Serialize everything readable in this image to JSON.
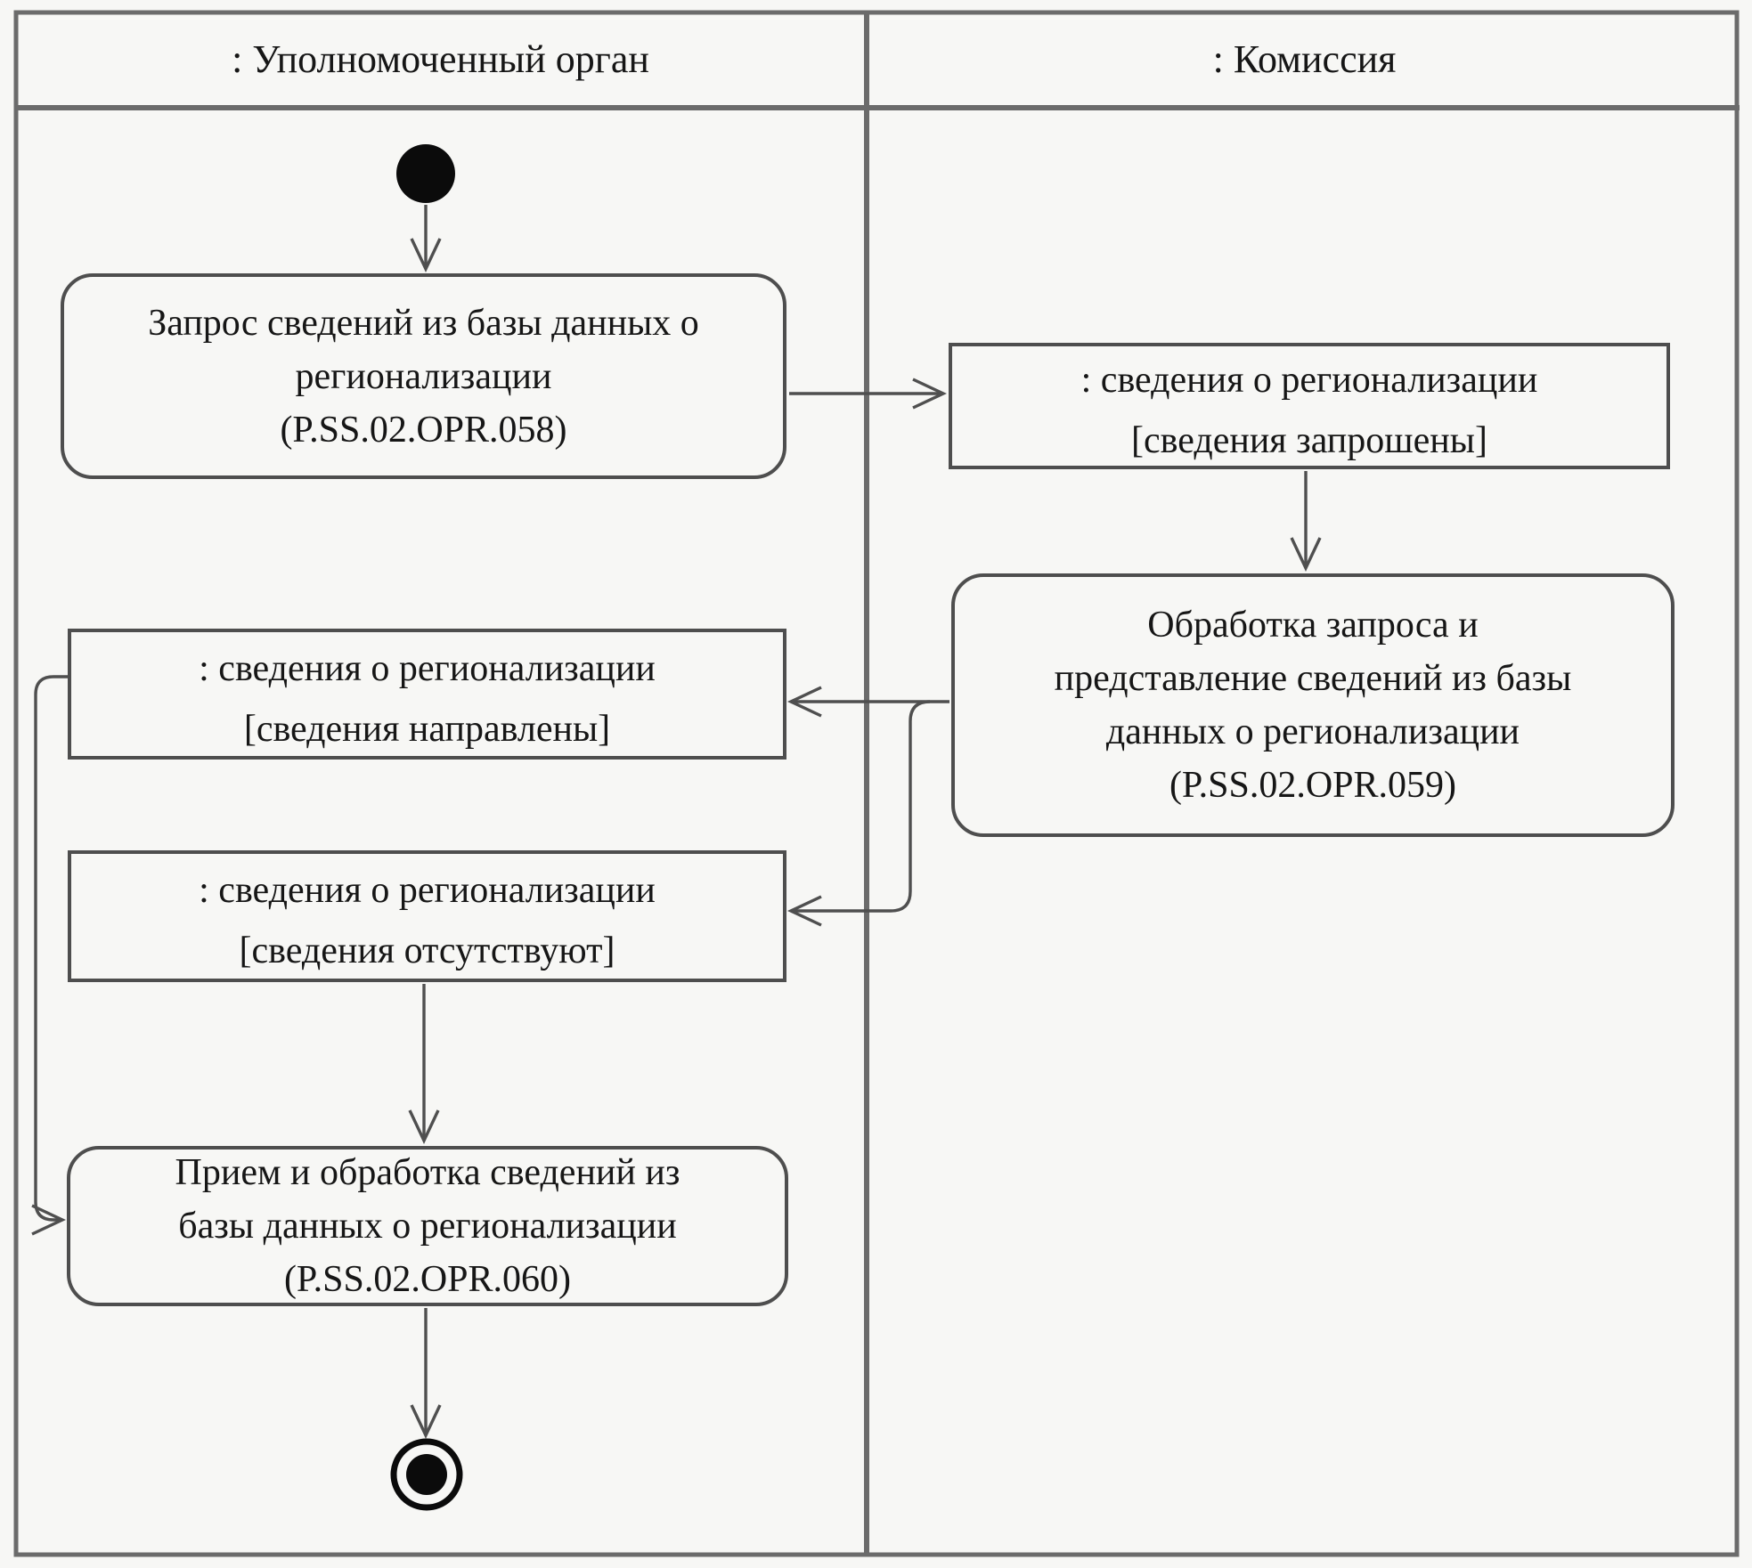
{
  "diagram": {
    "kind": "uml-activity-diagram-swimlanes",
    "lanes": [
      {
        "id": "authorized-body",
        "label": ": Уполномоченный орган"
      },
      {
        "id": "commission",
        "label": ": Комиссия"
      }
    ],
    "nodes": {
      "initial": {
        "kind": "initial-state",
        "lane": "authorized-body"
      },
      "act_058": {
        "kind": "activity",
        "lane": "authorized-body",
        "label": "Запрос сведений из базы данных о\nрегионализации\n(P.SS.02.OPR.058)"
      },
      "obj_requested": {
        "kind": "object-in-state",
        "lane": "commission",
        "label": ": сведения о регионализации\n[сведения запрошены]"
      },
      "act_059": {
        "kind": "activity",
        "lane": "commission",
        "label": "Обработка запроса и\nпредставление сведений из базы\nданных о регионализации\n(P.SS.02.OPR.059)"
      },
      "obj_sent": {
        "kind": "object-in-state",
        "lane": "authorized-body",
        "label": ": сведения о регионализации\n[сведения направлены]"
      },
      "obj_absent": {
        "kind": "object-in-state",
        "lane": "authorized-body",
        "label": ": сведения о регионализации\n[сведения отсутствуют]"
      },
      "act_060": {
        "kind": "activity",
        "lane": "authorized-body",
        "label": "Прием и обработка сведений из\nбазы данных о регионализации\n(P.SS.02.OPR.060)"
      },
      "final": {
        "kind": "final-state",
        "lane": "authorized-body"
      }
    },
    "edges": [
      {
        "from": "initial",
        "to": "act_058"
      },
      {
        "from": "act_058",
        "to": "obj_requested"
      },
      {
        "from": "obj_requested",
        "to": "act_059"
      },
      {
        "from": "act_059",
        "to": "obj_sent"
      },
      {
        "from": "act_059",
        "to": "obj_absent"
      },
      {
        "from": "obj_sent",
        "to": "act_060"
      },
      {
        "from": "obj_absent",
        "to": "act_060"
      },
      {
        "from": "act_060",
        "to": "final"
      }
    ],
    "colors": {
      "background": "#f7f7f5",
      "connector_line": "#4f4f4f",
      "node_border": "#4e4e4e",
      "frame": "#6b6b6b",
      "text": "#161616",
      "state_node_fill": "#0b0b0b"
    }
  }
}
